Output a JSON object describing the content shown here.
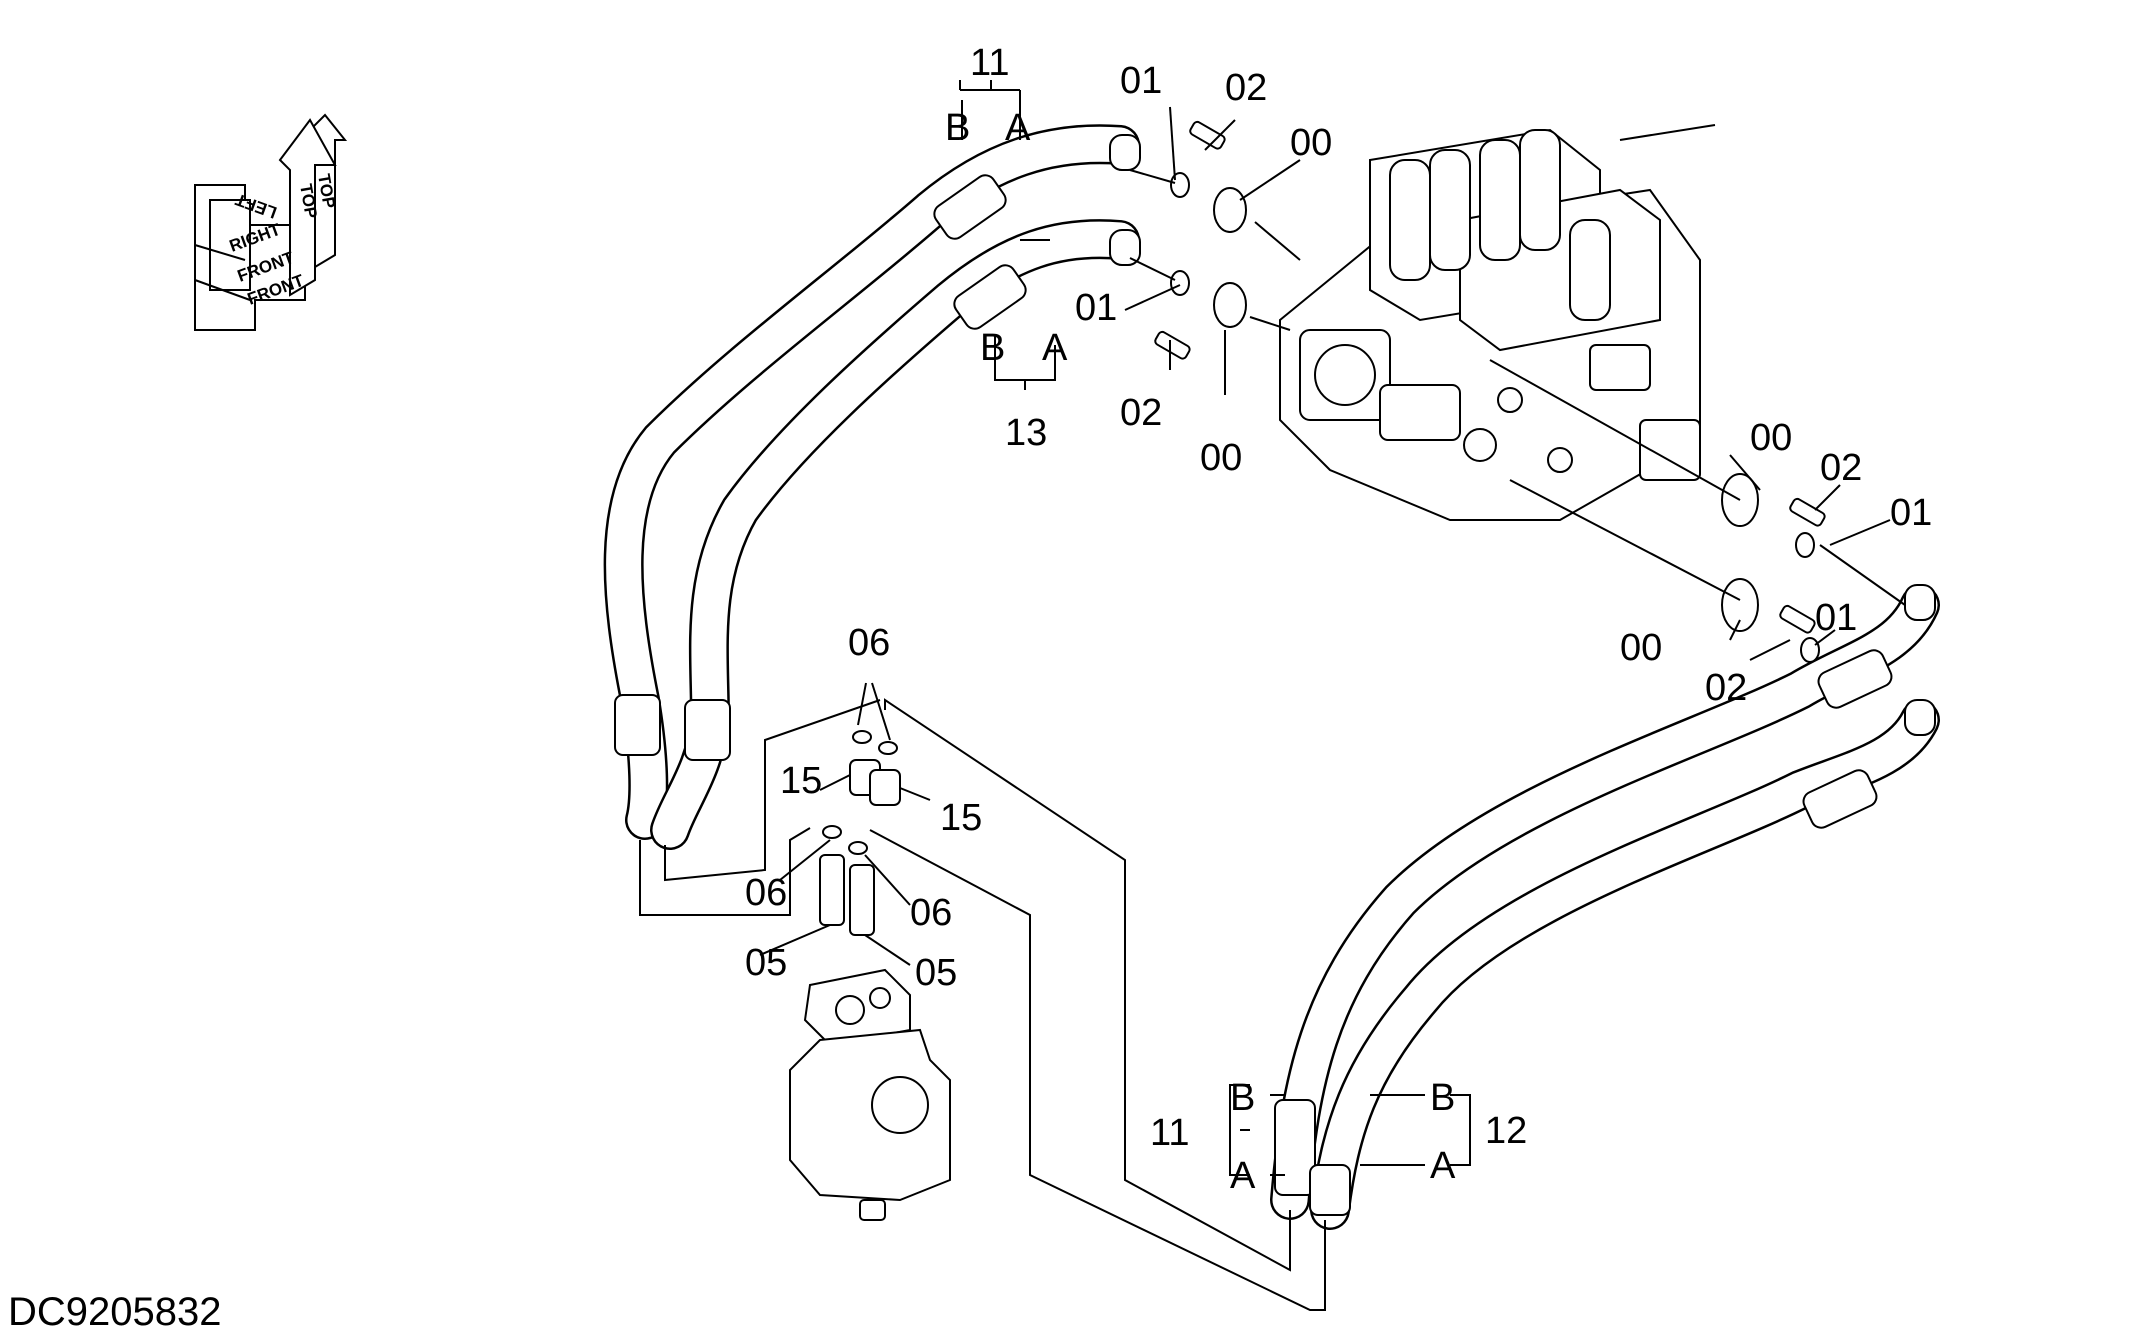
{
  "drawing_number": "DC9205832",
  "compass": {
    "top": "TOP",
    "front": "FRONT",
    "right": "RIGHT",
    "left": "LEFT"
  },
  "callouts": {
    "c11_top": "11",
    "c11_top_b": "B",
    "c11_top_a": "A",
    "c13": "13",
    "c13_b": "B",
    "c13_a": "A",
    "c01_a": "01",
    "c02_a": "02",
    "c00_a": "00",
    "c01_b": "01",
    "c02_b": "02",
    "c00_b": "00",
    "c00_c": "00",
    "c02_c": "02",
    "c01_c": "01",
    "c00_d": "00",
    "c01_d": "01",
    "c02_d": "02",
    "c06_top": "06",
    "c15_left": "15",
    "c15_right": "15",
    "c06_left": "06",
    "c06_right": "06",
    "c05_left": "05",
    "c05_right": "05",
    "c11_bottom": "11",
    "c11_bottom_b": "B",
    "c11_bottom_a": "A",
    "c12": "12",
    "c12_b": "B",
    "c12_a": "A"
  }
}
